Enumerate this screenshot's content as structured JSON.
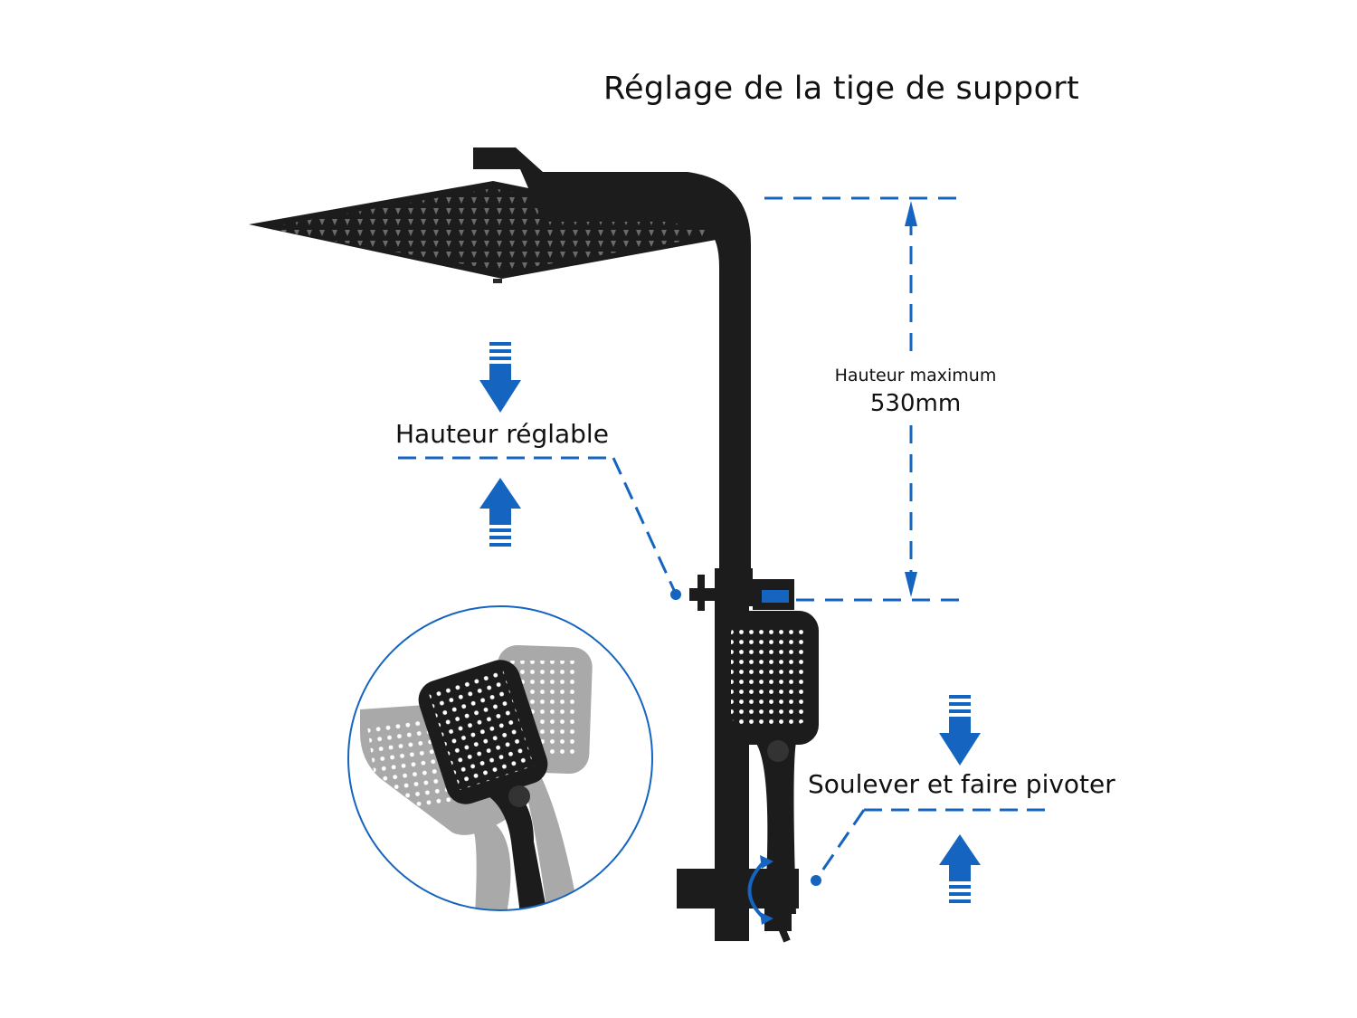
{
  "title": "Réglage de la tige de support",
  "adjustable_height_label": "Hauteur réglable",
  "max_height": {
    "label": "Hauteur maximum",
    "value": "530mm"
  },
  "pivot_label": "Soulever et faire pivoter",
  "colors": {
    "accent_blue": "#1565c0",
    "fixture_black": "#1c1c1c",
    "ghost_grey": "#a9a9a9"
  },
  "icons": [
    "adjust-down-arrow-icon",
    "adjust-up-arrow-icon",
    "pivot-down-arrow-icon",
    "pivot-up-arrow-icon",
    "rotate-arrow-icon"
  ]
}
